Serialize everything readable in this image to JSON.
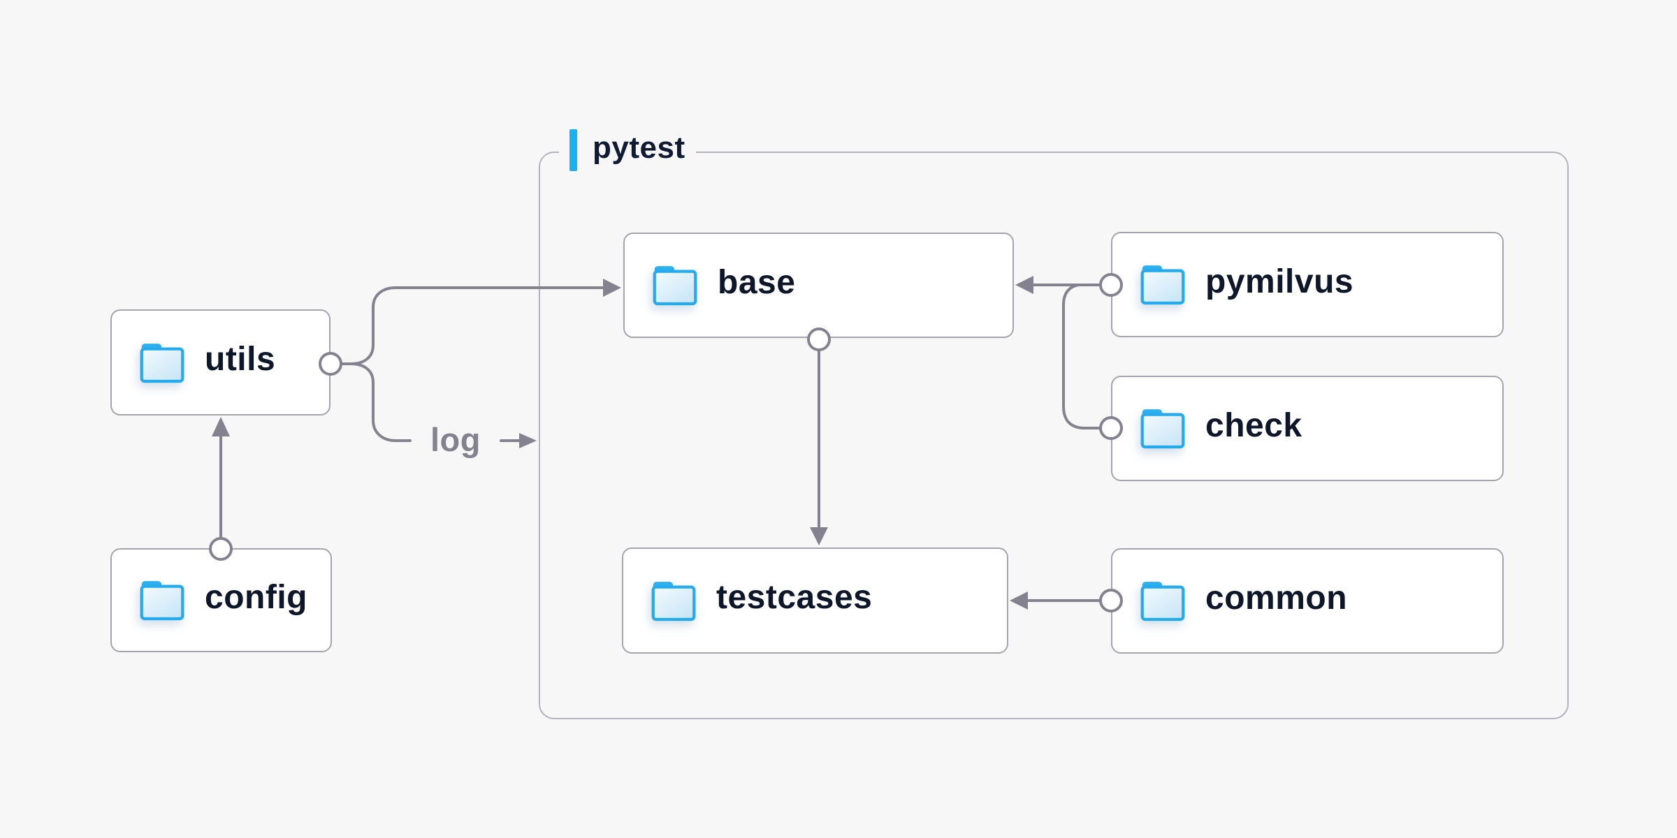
{
  "diagram": {
    "container": {
      "label": "pytest",
      "accent_color": "#18b1f2"
    },
    "nodes": [
      {
        "id": "utils",
        "label": "utils",
        "icon": "folder-icon"
      },
      {
        "id": "config",
        "label": "config",
        "icon": "folder-icon"
      },
      {
        "id": "base",
        "label": "base",
        "icon": "folder-icon"
      },
      {
        "id": "testcases",
        "label": "testcases",
        "icon": "folder-icon"
      },
      {
        "id": "pymilvus",
        "label": "pymilvus",
        "icon": "folder-icon"
      },
      {
        "id": "check",
        "label": "check",
        "icon": "folder-icon"
      },
      {
        "id": "common",
        "label": "common",
        "icon": "folder-icon"
      }
    ],
    "edges": [
      {
        "from": "config",
        "to": "utils",
        "label": ""
      },
      {
        "from": "utils",
        "to": "base",
        "label": ""
      },
      {
        "from": "utils",
        "to": "pytest-container",
        "label": "log"
      },
      {
        "from": "pymilvus",
        "to": "base",
        "label": ""
      },
      {
        "from": "check",
        "to": "base",
        "label": ""
      },
      {
        "from": "base",
        "to": "testcases",
        "label": ""
      },
      {
        "from": "common",
        "to": "testcases",
        "label": ""
      }
    ],
    "colors": {
      "background": "#f7f7f8",
      "node_background": "#ffffff",
      "node_border": "#a5a4ae",
      "container_border": "#b3b2bd",
      "edge_line": "#83828e",
      "node_text": "#0e1729",
      "edge_label_text": "#83828e",
      "folder_outline": "#24aaed",
      "accent_bar": "#18b1f2"
    }
  }
}
